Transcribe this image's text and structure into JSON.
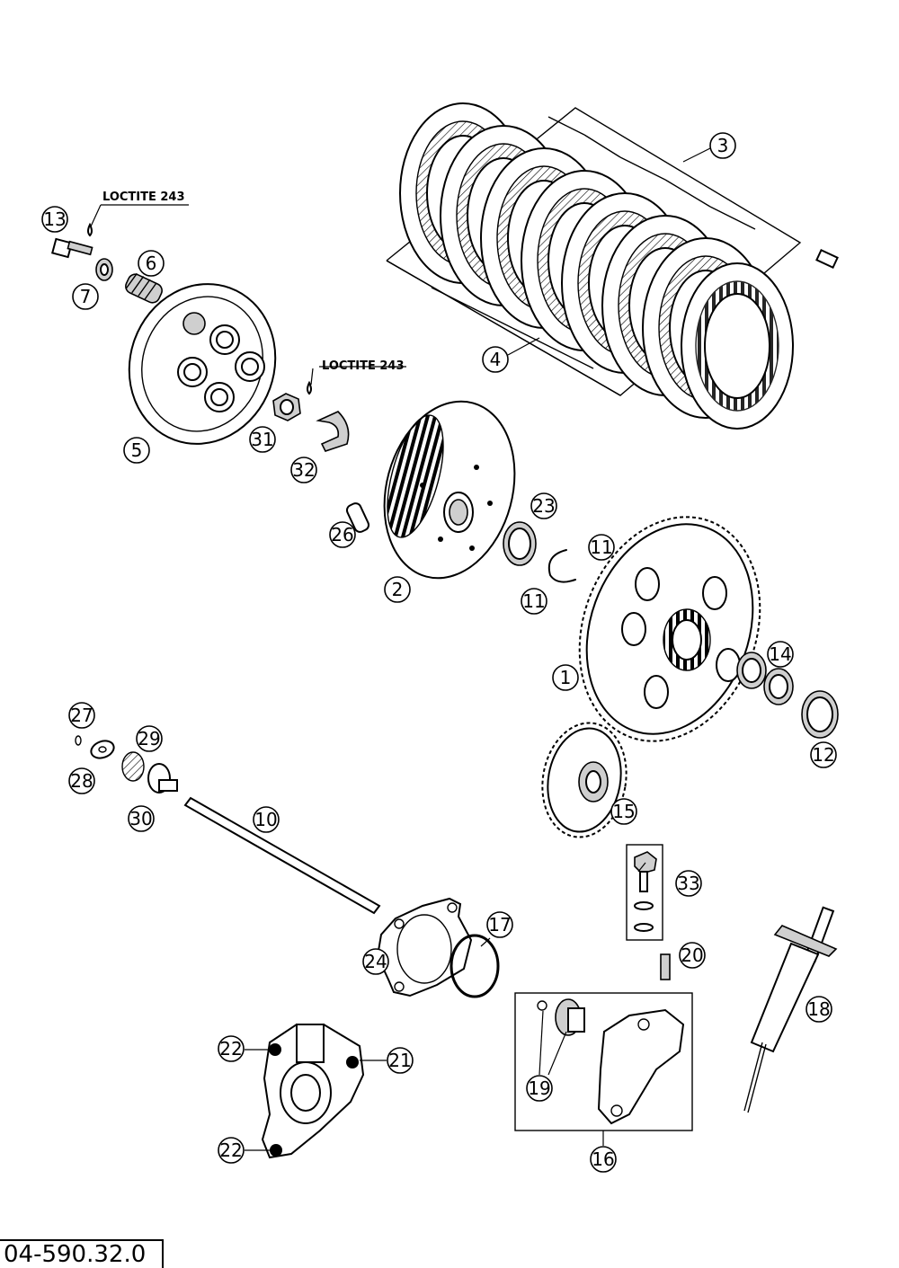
{
  "drawing_number": "04-590.32.0",
  "notes": [
    {
      "id": "loctite-1",
      "text": "LOCTITE 243"
    },
    {
      "id": "loctite-2",
      "text": "LOCTITE 243"
    }
  ],
  "callouts": [
    {
      "id": "c1",
      "label": "1"
    },
    {
      "id": "c2",
      "label": "2"
    },
    {
      "id": "c3",
      "label": "3"
    },
    {
      "id": "c4",
      "label": "4"
    },
    {
      "id": "c5",
      "label": "5"
    },
    {
      "id": "c6",
      "label": "6"
    },
    {
      "id": "c7",
      "label": "7"
    },
    {
      "id": "c10",
      "label": "10"
    },
    {
      "id": "c11a",
      "label": "11"
    },
    {
      "id": "c11b",
      "label": "11"
    },
    {
      "id": "c12",
      "label": "12"
    },
    {
      "id": "c13",
      "label": "13"
    },
    {
      "id": "c14",
      "label": "14"
    },
    {
      "id": "c15",
      "label": "15"
    },
    {
      "id": "c16",
      "label": "16"
    },
    {
      "id": "c17",
      "label": "17"
    },
    {
      "id": "c18",
      "label": "18"
    },
    {
      "id": "c19",
      "label": "19"
    },
    {
      "id": "c20",
      "label": "20"
    },
    {
      "id": "c21",
      "label": "21"
    },
    {
      "id": "c22a",
      "label": "22"
    },
    {
      "id": "c22b",
      "label": "22"
    },
    {
      "id": "c23",
      "label": "23"
    },
    {
      "id": "c24",
      "label": "24"
    },
    {
      "id": "c26",
      "label": "26"
    },
    {
      "id": "c27",
      "label": "27"
    },
    {
      "id": "c28",
      "label": "28"
    },
    {
      "id": "c29",
      "label": "29"
    },
    {
      "id": "c30",
      "label": "30"
    },
    {
      "id": "c31",
      "label": "31"
    },
    {
      "id": "c32",
      "label": "32"
    },
    {
      "id": "c33",
      "label": "33"
    }
  ]
}
